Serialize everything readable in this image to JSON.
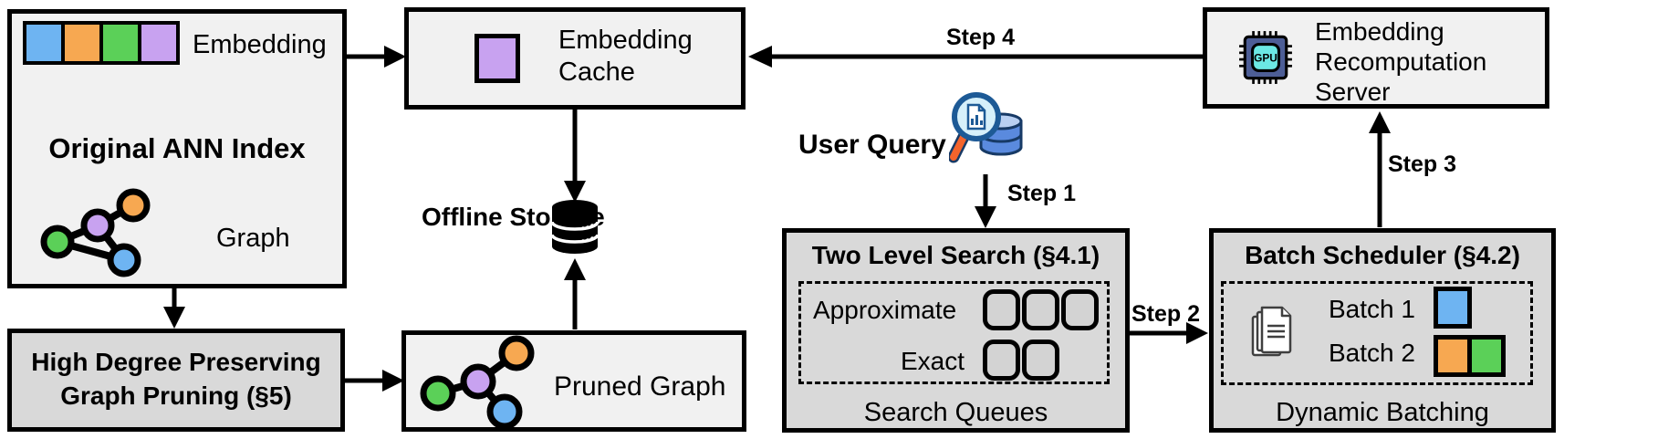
{
  "figure": {
    "type": "system-architecture-diagram",
    "palette": {
      "blue": "#6eb4f2",
      "orange": "#f7a851",
      "green": "#5bd058",
      "purple": "#c8a2f0",
      "boxlight": "#f1f1f1",
      "boxgray": "#d9d9d9",
      "queuefill": "#d3d3d3",
      "line": "#000000"
    },
    "ann_index": {
      "title": "Original ANN Index",
      "embedding_label": "Embedding",
      "graph_label": "Graph"
    },
    "embedding_cache": {
      "label": "Embedding Cache"
    },
    "offline_storage": {
      "label": "Offline Storage"
    },
    "hdp_pruning": {
      "label": "High Degree Preserving Graph Pruning (§5)"
    },
    "pruned_graph": {
      "label": "Pruned Graph"
    },
    "user_query": {
      "label": "User Query"
    },
    "two_level_search": {
      "title": "Two Level Search (§4.1)",
      "approximate_label": "Approximate",
      "exact_label": "Exact",
      "footer": "Search Queues"
    },
    "batch_scheduler": {
      "title": "Batch Scheduler (§4.2)",
      "batch1_label": "Batch 1",
      "batch2_label": "Batch 2",
      "footer": "Dynamic Batching"
    },
    "recomputation_server": {
      "label": "Embedding Recomputation Server",
      "gpu_text": "GPU"
    },
    "steps": {
      "step1": "Step 1",
      "step2": "Step 2",
      "step3": "Step 3",
      "step4": "Step 4"
    }
  }
}
